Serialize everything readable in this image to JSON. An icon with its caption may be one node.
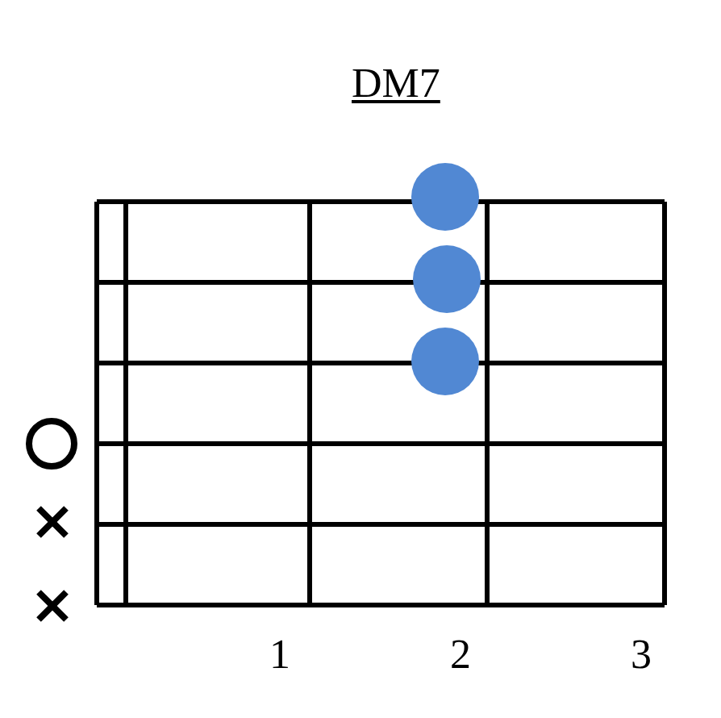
{
  "diagram": {
    "title": "DM7",
    "labels": [
      "1",
      "2",
      "3"
    ]
  }
}
